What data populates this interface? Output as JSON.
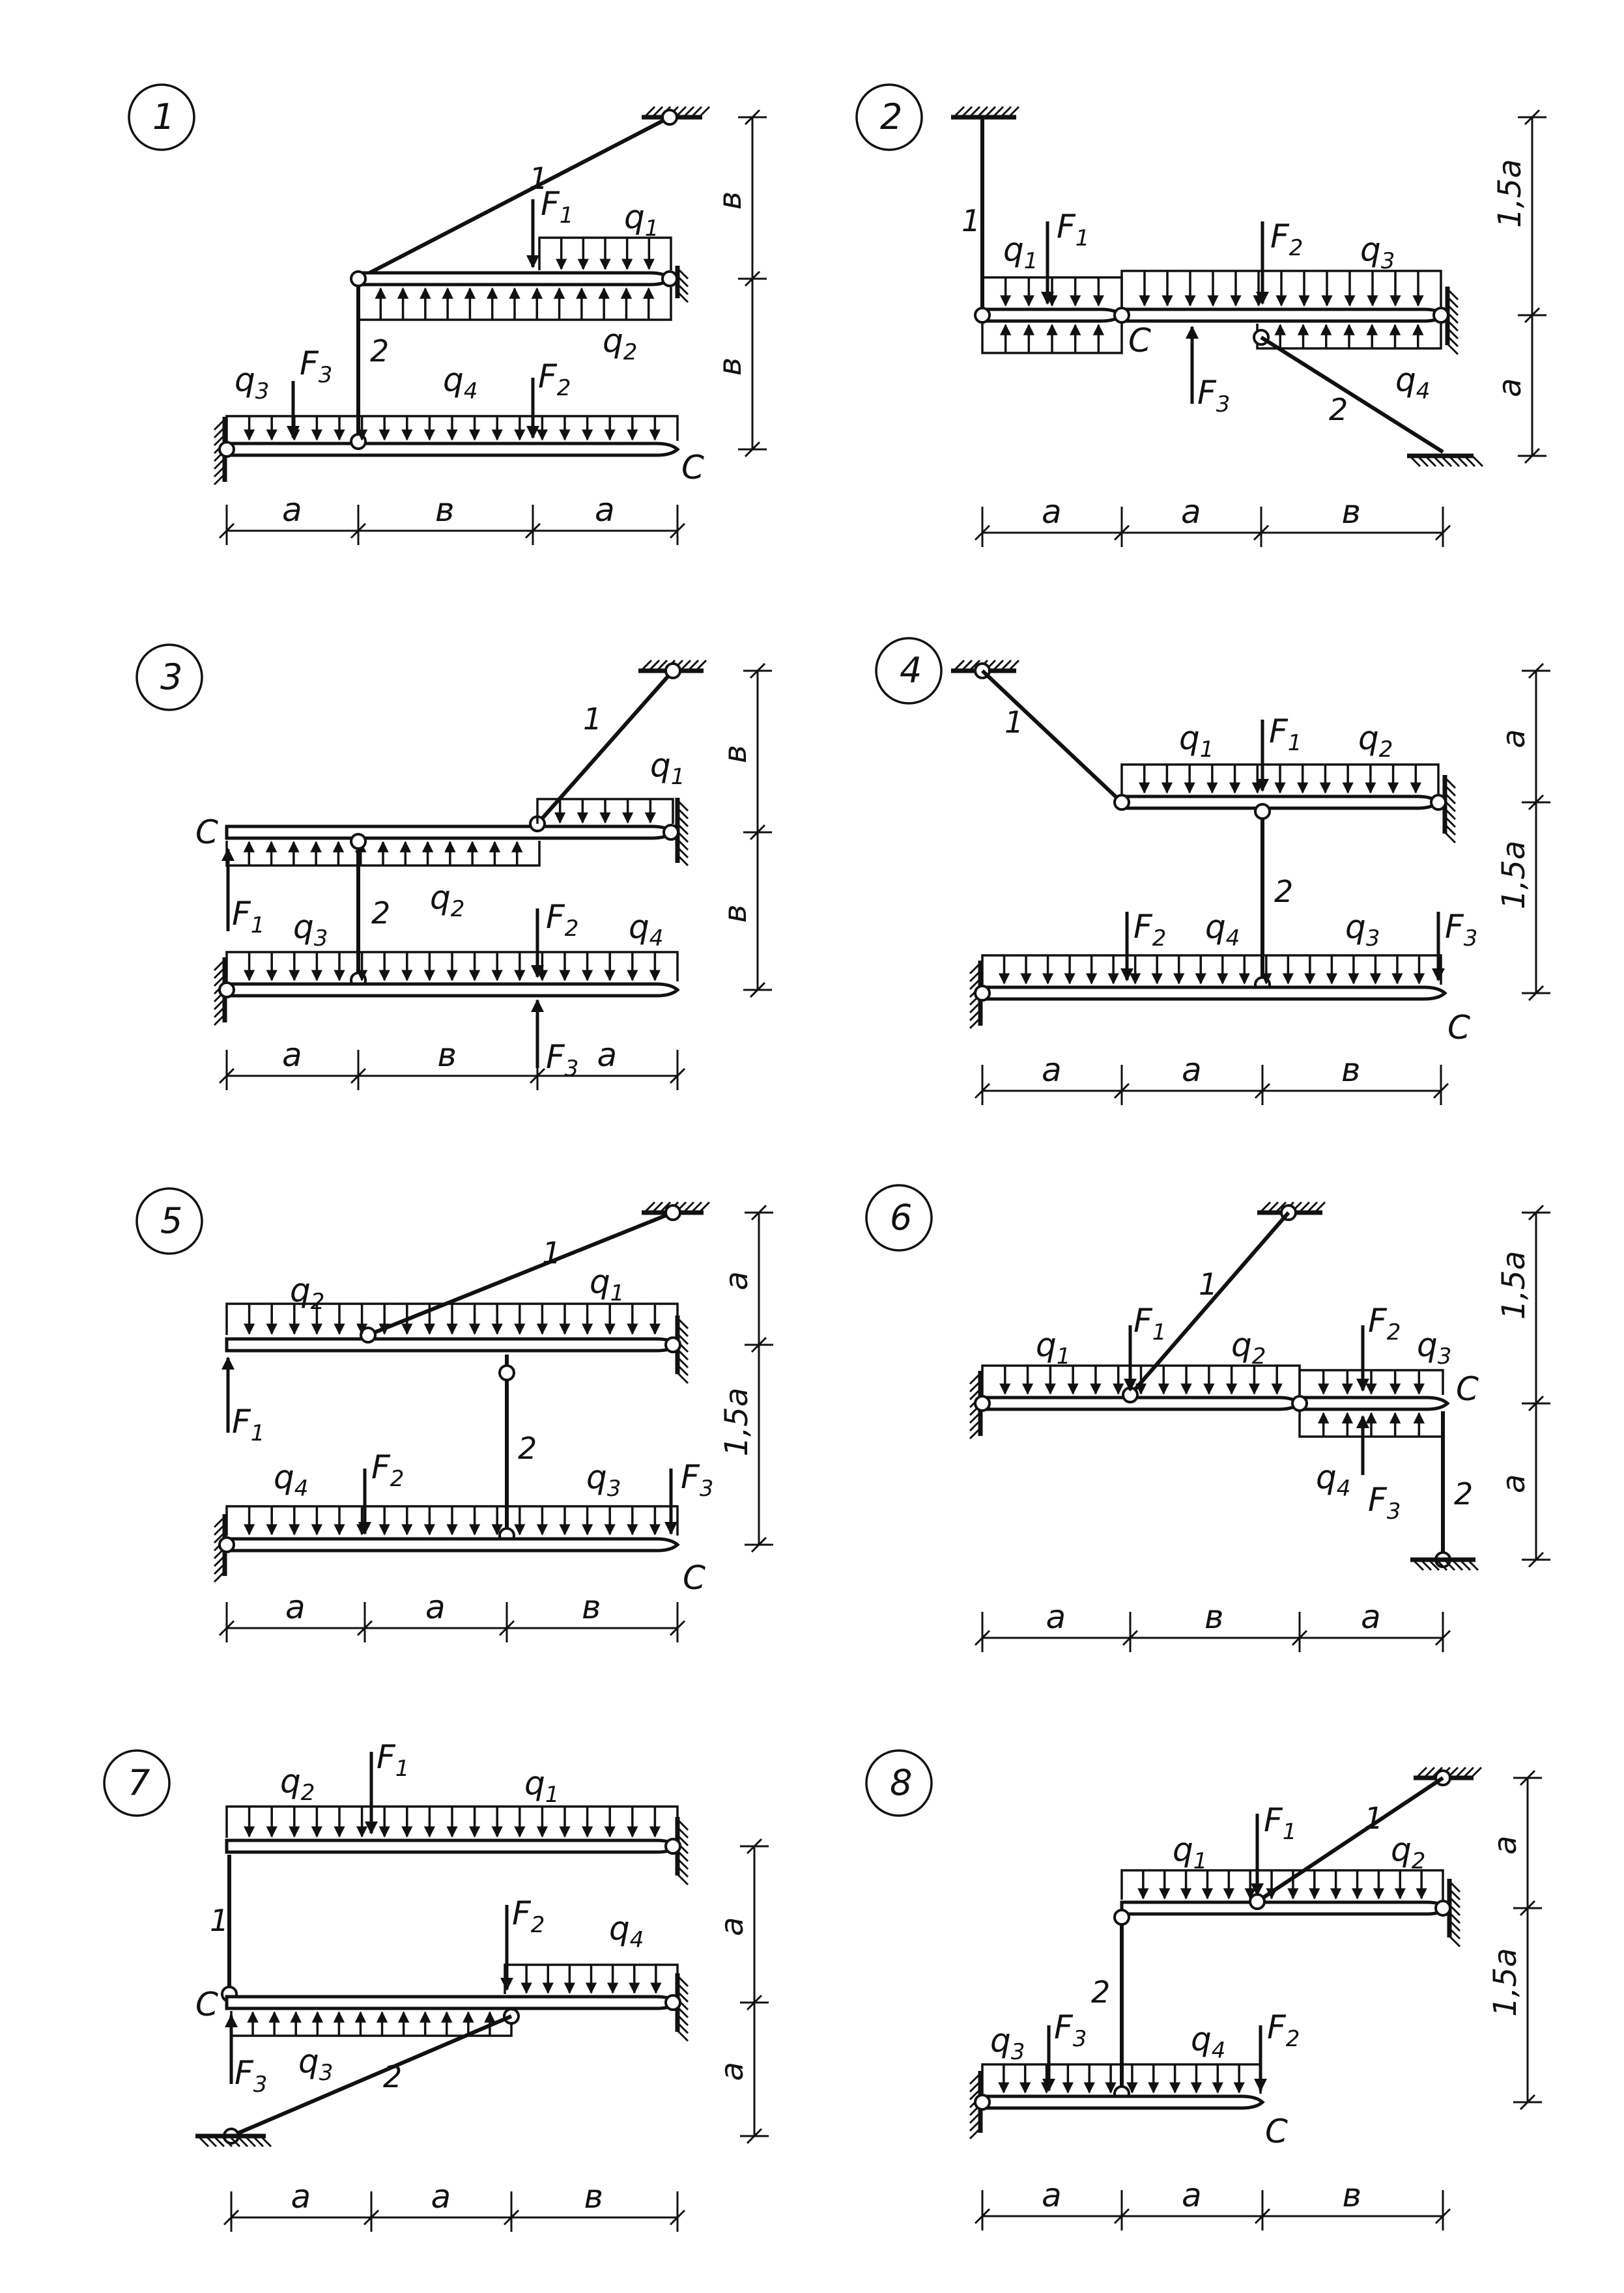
{
  "labels": {
    "a": "a",
    "b": "в",
    "c": "C",
    "a15": "1,5a",
    "q1": "q1",
    "q2": "q2",
    "q3": "q3",
    "q4": "q4",
    "F1": "F1",
    "F2": "F2",
    "F3": "F3",
    "rod1": "1",
    "rod2": "2"
  },
  "schemes": [
    {
      "number": "1"
    },
    {
      "number": "2"
    },
    {
      "number": "3"
    },
    {
      "number": "4"
    },
    {
      "number": "5"
    },
    {
      "number": "6"
    },
    {
      "number": "7"
    },
    {
      "number": "8"
    }
  ]
}
